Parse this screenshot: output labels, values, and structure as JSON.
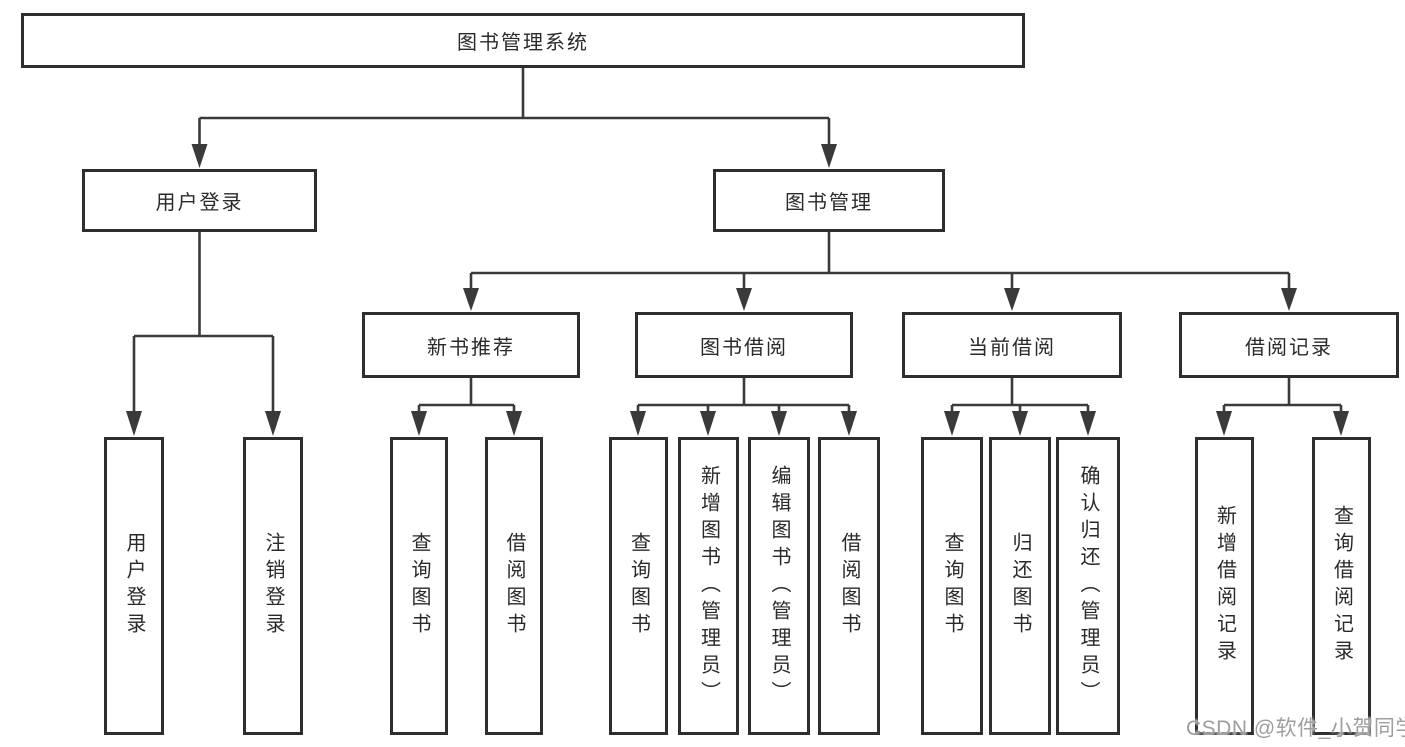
{
  "diagram": {
    "root": "图书管理系统",
    "branches": [
      {
        "label": "用户登录",
        "children": [
          "用户登录",
          "注销登录"
        ]
      },
      {
        "label": "图书管理",
        "groups": [
          {
            "label": "新书推荐",
            "children": [
              "查询图书",
              "借阅图书"
            ]
          },
          {
            "label": "图书借阅",
            "children": [
              "查询图书",
              "新增图书（管理员）",
              "编辑图书（管理员）",
              "借阅图书"
            ]
          },
          {
            "label": "当前借阅",
            "children": [
              "查询图书",
              "归还图书",
              "确认归还（管理员）"
            ]
          },
          {
            "label": "借阅记录",
            "children": [
              "新增借阅记录",
              "查询借阅记录"
            ]
          }
        ]
      }
    ]
  },
  "colors": {
    "line": "#3a3a3a",
    "box_border": "#2e2e2e",
    "box_fill": "#ffffff",
    "text": "#2a2a2a",
    "watermark": "#9e9e9e"
  },
  "watermark": "CSDN @软件_小贺同学"
}
